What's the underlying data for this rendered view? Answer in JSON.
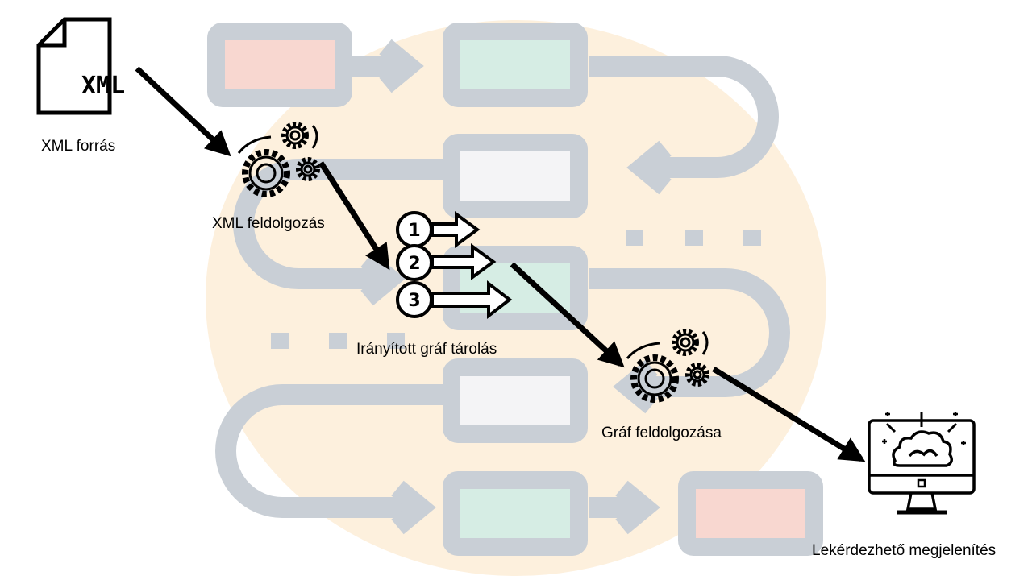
{
  "steps": [
    {
      "label": "XML forrás",
      "icon": "xml-file-icon"
    },
    {
      "label": "XML feldolgozás",
      "icon": "gears-icon"
    },
    {
      "label": "Irányított gráf tárolás",
      "icon": "numbered-arrows-icon"
    },
    {
      "label": "Gráf feldolgozása",
      "icon": "gears-icon"
    },
    {
      "label": "Lekérdezhető megjelenítés",
      "icon": "monitor-brain-icon"
    }
  ],
  "xml_icon_text": "XML",
  "numbered_items": [
    "1",
    "2",
    "3"
  ],
  "colors": {
    "background_circle": "#fdf0dd",
    "track": "#c9cfd6",
    "box_red": "#f8d7d0",
    "box_green": "#d6ede4",
    "box_white": "#f4f4f6",
    "arrow": "#000000"
  }
}
